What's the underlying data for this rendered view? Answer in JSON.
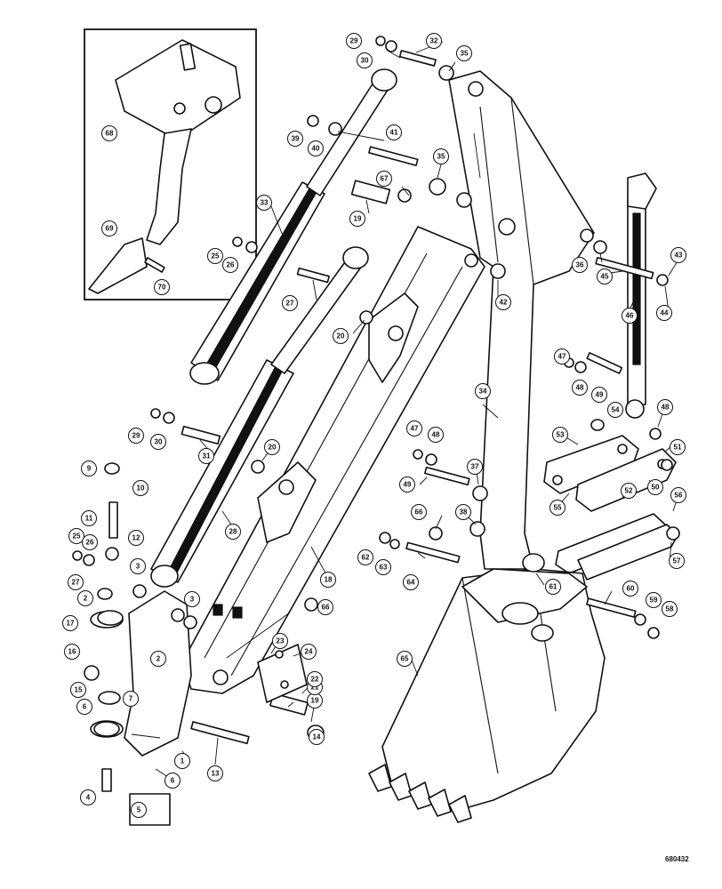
{
  "diagram": {
    "reference_number": "680432",
    "colors": {
      "ink": "#111111",
      "paper": "#ffffff"
    },
    "callouts": [
      {
        "id": "c1",
        "label": "1"
      },
      {
        "id": "c2a",
        "label": "2"
      },
      {
        "id": "c2b",
        "label": "2"
      },
      {
        "id": "c3a",
        "label": "3"
      },
      {
        "id": "c3b",
        "label": "3"
      },
      {
        "id": "c4",
        "label": "4"
      },
      {
        "id": "c5",
        "label": "5"
      },
      {
        "id": "c6a",
        "label": "6"
      },
      {
        "id": "c6b",
        "label": "6"
      },
      {
        "id": "c7",
        "label": "7"
      },
      {
        "id": "c9",
        "label": "9"
      },
      {
        "id": "c10",
        "label": "10"
      },
      {
        "id": "c11",
        "label": "11"
      },
      {
        "id": "c12",
        "label": "12"
      },
      {
        "id": "c13",
        "label": "13"
      },
      {
        "id": "c14",
        "label": "14"
      },
      {
        "id": "c15",
        "label": "15"
      },
      {
        "id": "c16",
        "label": "16"
      },
      {
        "id": "c17",
        "label": "17"
      },
      {
        "id": "c18",
        "label": "18"
      },
      {
        "id": "c19a",
        "label": "19"
      },
      {
        "id": "c19b",
        "label": "19"
      },
      {
        "id": "c20a",
        "label": "20"
      },
      {
        "id": "c20b",
        "label": "20"
      },
      {
        "id": "c21",
        "label": "21"
      },
      {
        "id": "c22",
        "label": "22"
      },
      {
        "id": "c23",
        "label": "23"
      },
      {
        "id": "c24",
        "label": "24"
      },
      {
        "id": "c25a",
        "label": "25"
      },
      {
        "id": "c25b",
        "label": "25"
      },
      {
        "id": "c26a",
        "label": "26"
      },
      {
        "id": "c26b",
        "label": "26"
      },
      {
        "id": "c27a",
        "label": "27"
      },
      {
        "id": "c27b",
        "label": "27"
      },
      {
        "id": "c28",
        "label": "28"
      },
      {
        "id": "c29a",
        "label": "29"
      },
      {
        "id": "c29b",
        "label": "29"
      },
      {
        "id": "c30a",
        "label": "30"
      },
      {
        "id": "c30b",
        "label": "30"
      },
      {
        "id": "c31",
        "label": "31"
      },
      {
        "id": "c32",
        "label": "32"
      },
      {
        "id": "c33",
        "label": "33"
      },
      {
        "id": "c34",
        "label": "34"
      },
      {
        "id": "c35a",
        "label": "35"
      },
      {
        "id": "c35b",
        "label": "35"
      },
      {
        "id": "c36",
        "label": "36"
      },
      {
        "id": "c37",
        "label": "37"
      },
      {
        "id": "c38",
        "label": "38"
      },
      {
        "id": "c39",
        "label": "39"
      },
      {
        "id": "c40",
        "label": "40"
      },
      {
        "id": "c41",
        "label": "41"
      },
      {
        "id": "c42",
        "label": "42"
      },
      {
        "id": "c43",
        "label": "43"
      },
      {
        "id": "c44",
        "label": "44"
      },
      {
        "id": "c45",
        "label": "45"
      },
      {
        "id": "c46",
        "label": "46"
      },
      {
        "id": "c47a",
        "label": "47"
      },
      {
        "id": "c47b",
        "label": "47"
      },
      {
        "id": "c48a",
        "label": "48"
      },
      {
        "id": "c48b",
        "label": "48"
      },
      {
        "id": "c48c",
        "label": "48"
      },
      {
        "id": "c49a",
        "label": "49"
      },
      {
        "id": "c49b",
        "label": "49"
      },
      {
        "id": "c50",
        "label": "50"
      },
      {
        "id": "c51",
        "label": "51"
      },
      {
        "id": "c52",
        "label": "52"
      },
      {
        "id": "c53",
        "label": "53"
      },
      {
        "id": "c54",
        "label": "54"
      },
      {
        "id": "c55",
        "label": "55"
      },
      {
        "id": "c56",
        "label": "56"
      },
      {
        "id": "c57",
        "label": "57"
      },
      {
        "id": "c58",
        "label": "58"
      },
      {
        "id": "c59",
        "label": "59"
      },
      {
        "id": "c60",
        "label": "60"
      },
      {
        "id": "c61",
        "label": "61"
      },
      {
        "id": "c62",
        "label": "62"
      },
      {
        "id": "c63",
        "label": "63"
      },
      {
        "id": "c64",
        "label": "64"
      },
      {
        "id": "c65",
        "label": "65"
      },
      {
        "id": "c66a",
        "label": "66"
      },
      {
        "id": "c66b",
        "label": "66"
      },
      {
        "id": "c67",
        "label": "67"
      },
      {
        "id": "c68",
        "label": "68"
      },
      {
        "id": "c69",
        "label": "69"
      },
      {
        "id": "c70",
        "label": "70"
      }
    ]
  }
}
